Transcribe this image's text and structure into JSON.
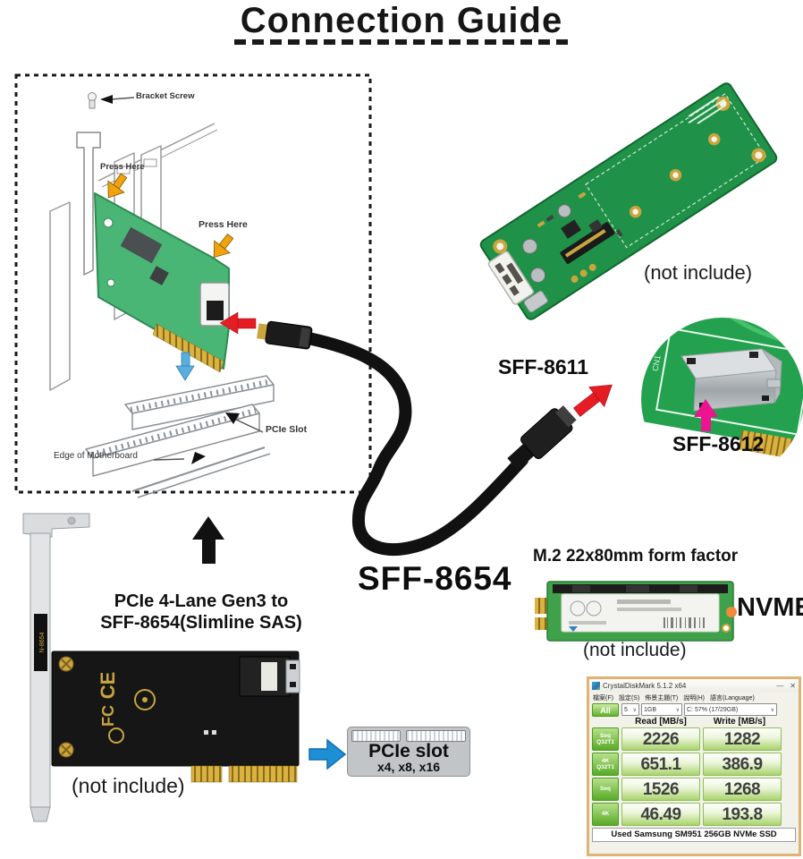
{
  "title": "Connection Guide",
  "diagram": {
    "bracket_screw": "Bracket Screw",
    "press_here_top": "Press Here",
    "press_here_right": "Press Here",
    "pcie_slot": "PCIe Slot",
    "edge_of_motherboard": "Edge of Motherboard"
  },
  "adapter": {
    "name": "SFF-8611",
    "not_include": "(not include)",
    "inset_name": "SFF-8612",
    "inset_ref": "CN1"
  },
  "cable": {
    "name": "SFF-8654"
  },
  "ssd": {
    "form_factor": "M.2 22x80mm form factor",
    "interface": "NVME",
    "not_include": "(not include)"
  },
  "card": {
    "line1": "PCIe 4-Lane Gen3 to",
    "line2": "SFF-8654(Slimline SAS)",
    "not_include": "(not include)",
    "logo_ce": "CE",
    "logo_fc": "FC",
    "bracket_sticker": "N-8654"
  },
  "slot_graphic": {
    "label": "PCIe slot",
    "sizes": "x4, x8, x16"
  },
  "icons": {
    "dropdown_chevron": "∨",
    "minimize": "—",
    "close": "✕"
  },
  "benchmark": {
    "window_title": "CrystalDiskMark 5.1.2 x64",
    "menu": [
      "檔案(F)",
      "設定(S)",
      "佈景主題(T)",
      "說明(H)",
      "語言(Language)"
    ],
    "all_button": "All",
    "runs": "5",
    "size": "1GB",
    "drive": "C: 57% (17/29GB)",
    "read_header": "Read [MB/s]",
    "write_header": "Write [MB/s]",
    "rows": [
      {
        "label": "Seq Q32T1",
        "read": "2226",
        "write": "1282"
      },
      {
        "label": "4K Q32T1",
        "read": "651.1",
        "write": "386.9"
      },
      {
        "label": "Seq",
        "read": "1526",
        "write": "1268"
      },
      {
        "label": "4K",
        "read": "46.49",
        "write": "193.8"
      }
    ],
    "caption": "Used Samsung SM951 256GB NVMe SSD"
  }
}
